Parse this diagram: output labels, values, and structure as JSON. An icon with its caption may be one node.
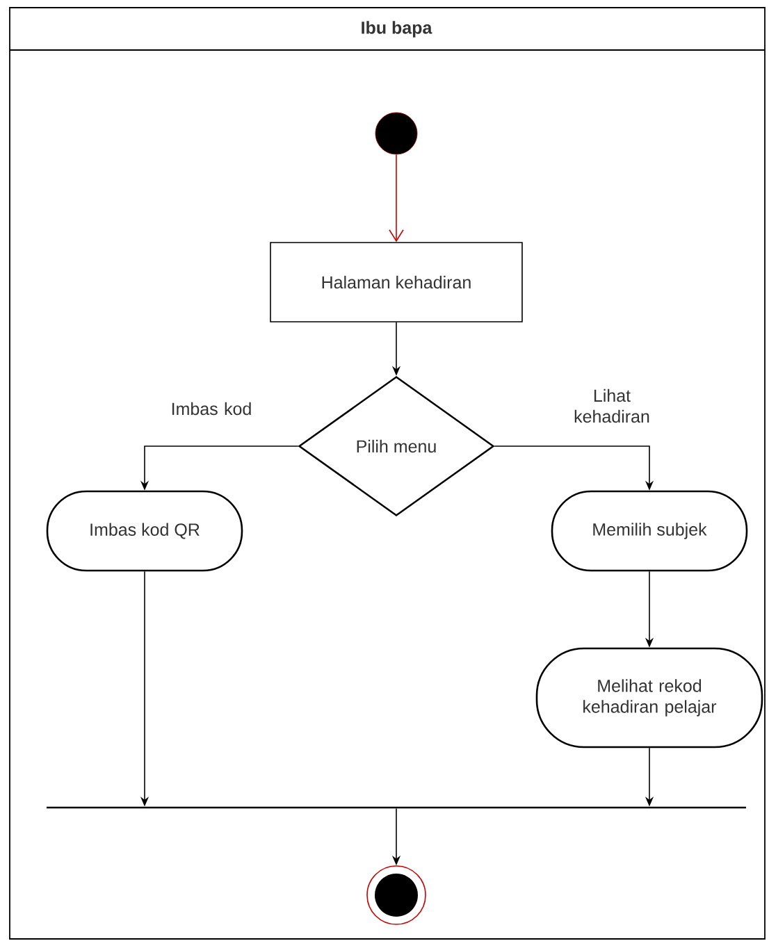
{
  "diagram": {
    "nodes": [
      {
        "text": [
          "Ibu bapa"
        ]
      },
      {
        "text": [],
        "shape": "circle",
        "in": 0
      },
      {
        "text": [
          "Halaman kehadiran"
        ],
        "in": 0
      },
      {
        "text": [
          "Pilih menu"
        ],
        "in": 0
      },
      {
        "text": [
          "Imbas kod QR"
        ],
        "in": 0
      },
      {
        "text": [
          "Memilih subjek"
        ],
        "in": 0
      },
      {
        "text": [
          "Melihat rekod kehadiran pelajar"
        ],
        "in": 0
      },
      {
        "text": [],
        "shape": "bar",
        "in": 0
      },
      {
        "text": [],
        "shape": "circle",
        "in": 0
      }
    ],
    "edges": [
      {
        "from": 1,
        "to": 2,
        "arrow": "to",
        "color": "#cc0000"
      },
      {
        "from": 2,
        "to": 3,
        "arrow": "to"
      },
      {
        "from": 3,
        "to": 4,
        "arrow": "to",
        "label": "Imbas kod"
      },
      {
        "from": 3,
        "to": 5,
        "arrow": "to",
        "label": "Lihat kehadiran"
      },
      {
        "from": 5,
        "to": 6,
        "arrow": "to"
      },
      {
        "from": 4,
        "to": 7,
        "arrow": "to"
      },
      {
        "from": 6,
        "to": 7,
        "arrow": "to"
      },
      {
        "from": 7,
        "to": 8,
        "arrow": "to"
      }
    ]
  }
}
